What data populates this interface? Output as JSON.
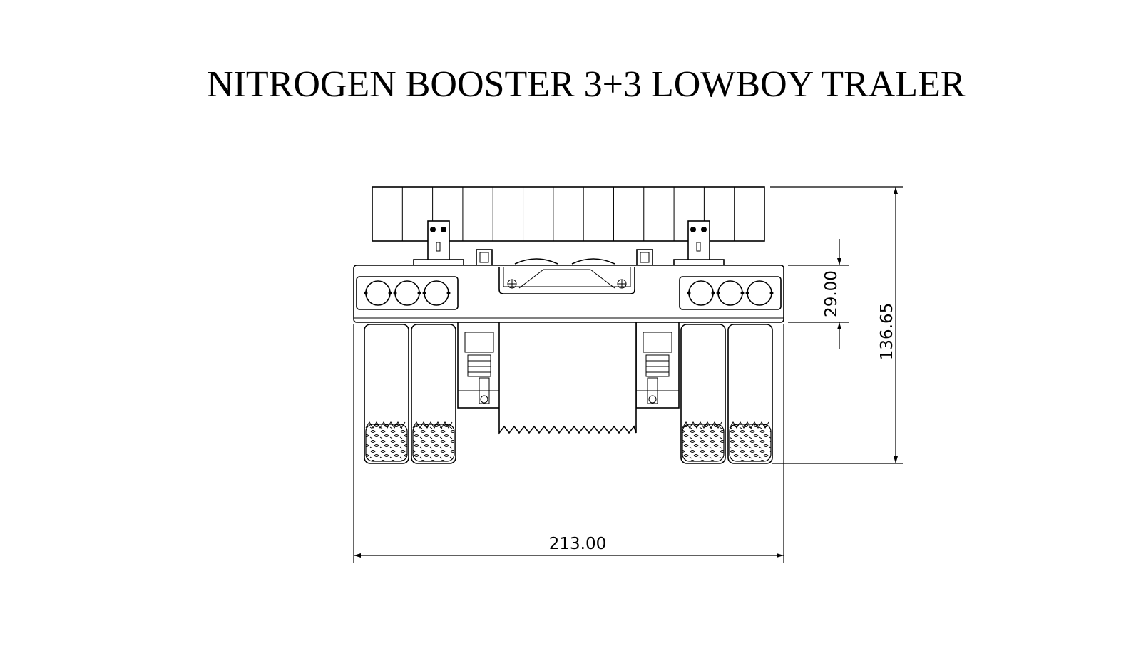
{
  "title": "NITROGEN BOOSTER 3+3  LOWBOY TRALER",
  "dimensions": {
    "overall_width": "213.00",
    "overall_height": "136.65",
    "frame_height": "29.00"
  }
}
